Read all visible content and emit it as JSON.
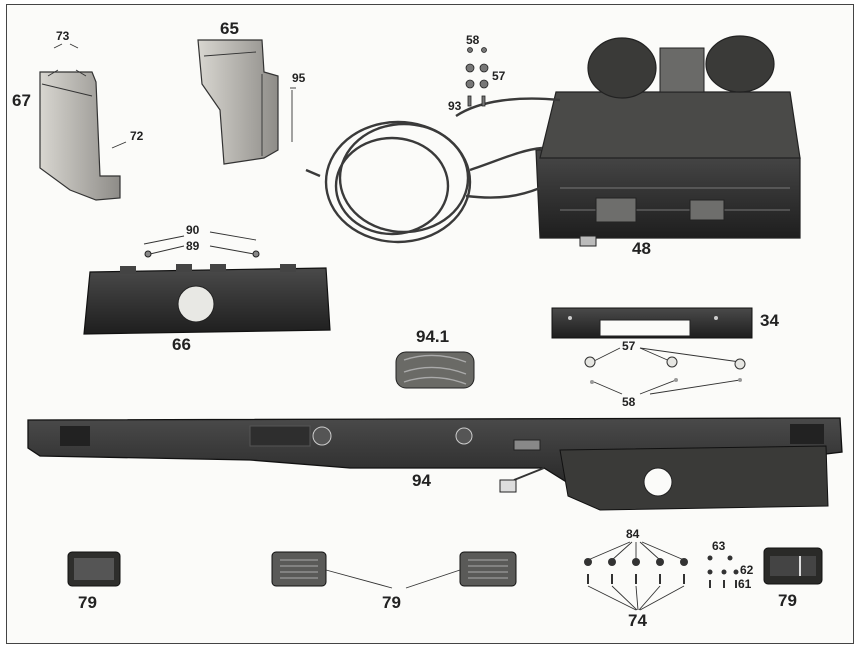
{
  "labels": {
    "p73": "73",
    "p67": "67",
    "p72": "72",
    "p65": "65",
    "p95": "95",
    "p58a": "58",
    "p57a": "57",
    "p93": "93",
    "p48": "48",
    "p90": "90",
    "p89": "89",
    "p66": "66",
    "p94_1": "94.1",
    "p34": "34",
    "p57b": "57",
    "p58b": "58",
    "p94": "94",
    "p79a": "79",
    "p79b": "79",
    "p84": "84",
    "p63": "63",
    "p62": "62",
    "p61": "61",
    "p74": "74",
    "p79c": "79"
  },
  "colors": {
    "part_dark": "#2a2a2a",
    "part_mid": "#5a5a5a",
    "part_light": "#9a9a98",
    "frame": "#444444",
    "background": "#fbfbf9"
  }
}
